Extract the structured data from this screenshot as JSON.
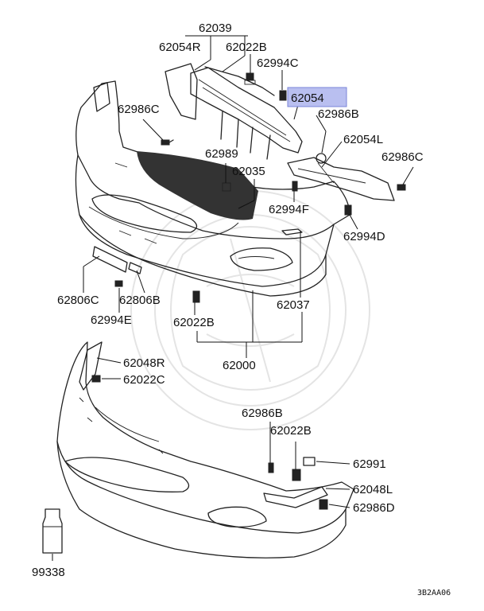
{
  "diagram": {
    "highlight_color": "#b9bff0",
    "highlighted_label": "62054",
    "drawing_code": "3B2AA06",
    "labels": [
      {
        "id": "l62039",
        "text": "62039"
      },
      {
        "id": "l62054R",
        "text": "62054R"
      },
      {
        "id": "l62022B_top",
        "text": "62022B"
      },
      {
        "id": "l62994C",
        "text": "62994C"
      },
      {
        "id": "l62054",
        "text": "62054"
      },
      {
        "id": "l62986C_left",
        "text": "62986C"
      },
      {
        "id": "l62986B_top",
        "text": "62986B"
      },
      {
        "id": "l62054L",
        "text": "62054L"
      },
      {
        "id": "l62989",
        "text": "62989"
      },
      {
        "id": "l62035",
        "text": "62035"
      },
      {
        "id": "l62986C_right",
        "text": "62986C"
      },
      {
        "id": "l62994F",
        "text": "62994F"
      },
      {
        "id": "l62994D",
        "text": "62994D"
      },
      {
        "id": "l62806C",
        "text": "62806C"
      },
      {
        "id": "l62806B",
        "text": "62806B"
      },
      {
        "id": "l62994E",
        "text": "62994E"
      },
      {
        "id": "l62022B_mid",
        "text": "62022B"
      },
      {
        "id": "l62037",
        "text": "62037"
      },
      {
        "id": "l62000",
        "text": "62000"
      },
      {
        "id": "l62048R",
        "text": "62048R"
      },
      {
        "id": "l62022C",
        "text": "62022C"
      },
      {
        "id": "l62986B_bottom",
        "text": "62986B"
      },
      {
        "id": "l62022B_bottom",
        "text": "62022B"
      },
      {
        "id": "l62991",
        "text": "62991"
      },
      {
        "id": "l62048L",
        "text": "62048L"
      },
      {
        "id": "l62986D",
        "text": "62986D"
      },
      {
        "id": "l99338",
        "text": "99338"
      }
    ]
  }
}
